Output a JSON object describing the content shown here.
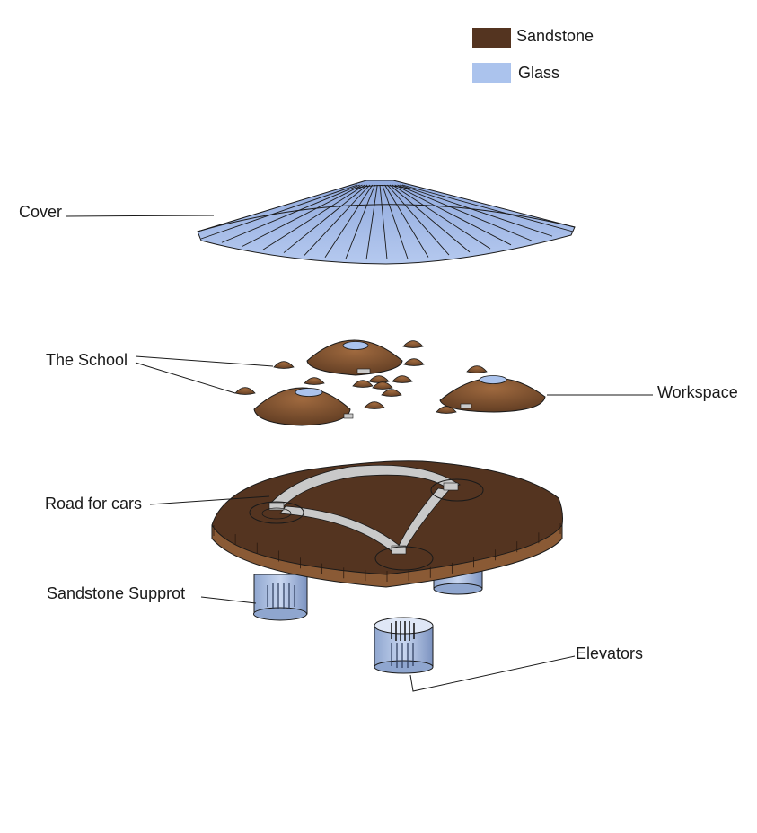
{
  "legend": {
    "items": [
      {
        "label": "Sandstone",
        "color": "#543420"
      },
      {
        "label": "Glass",
        "color": "#abc3ed"
      }
    ]
  },
  "labels": {
    "cover": "Cover",
    "school": "The School",
    "workspace": "Workspace",
    "road": "Road for cars",
    "support": "Sandstone Supprot",
    "elevators": "Elevators"
  },
  "colors": {
    "sandstone": "#543420",
    "sandstone_light": "#8a5a35",
    "glass": "#abc3ed",
    "glass_dark": "#7f9ad0",
    "road": "#c9c9c9",
    "line": "#1a1a1a"
  }
}
